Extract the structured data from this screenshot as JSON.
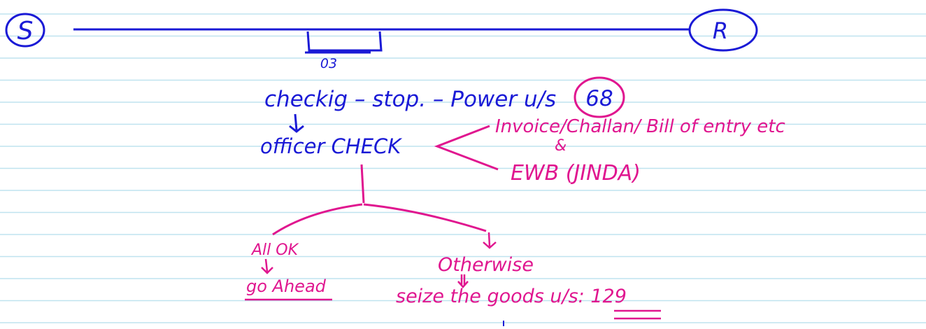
{
  "colors": {
    "paper": "#ffffff",
    "ruled_line": "#bfe3ef",
    "blue_ink": "#1a1ad6",
    "pink_ink": "#e0168f"
  },
  "nodes": {
    "sender": "S",
    "receiver": "R",
    "vehicle_label": "03"
  },
  "blue_notes": {
    "checking_line": "checkig – stop. – Power u/s",
    "section_68": "68",
    "officer_check": "officer CHECK"
  },
  "pink_notes": {
    "documents_1": "Invoice/Challan/ Bill of entry etc",
    "ampersand": "&",
    "documents_2": "EWB (JINDA)",
    "all_ok": "All OK",
    "go_ahead": "go Ahead",
    "otherwise": "Otherwise",
    "seize_goods": "seize the goods u/s: 129"
  }
}
